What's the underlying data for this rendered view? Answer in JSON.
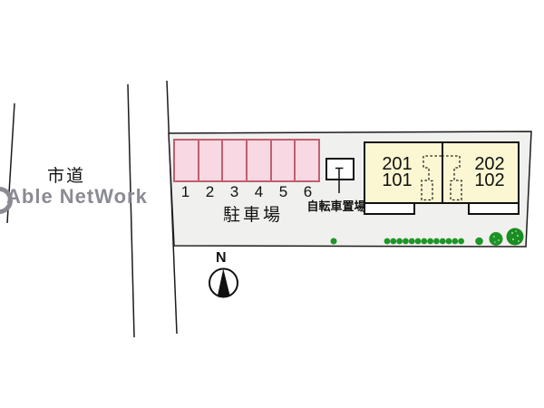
{
  "labels": {
    "road": "市道",
    "watermark": "Able NetWork",
    "parking_lot": "駐車場",
    "bicycle_parking": "自転車置場",
    "north": "N"
  },
  "parking": {
    "stalls": [
      "1",
      "2",
      "3",
      "4",
      "5",
      "6"
    ],
    "stall_count": 6
  },
  "building": {
    "units": [
      {
        "upper": "201",
        "lower": "101"
      },
      {
        "upper": "202",
        "lower": "102"
      }
    ]
  },
  "colors": {
    "stall_fill": "#f8d8e2",
    "stall_border": "#c05f70",
    "building_fill": "#fbf7d2",
    "site_fill": "#f0f0ee",
    "outline": "#111111",
    "tree_green": "#1f9628",
    "watermark_gray": "#8b8b94"
  }
}
